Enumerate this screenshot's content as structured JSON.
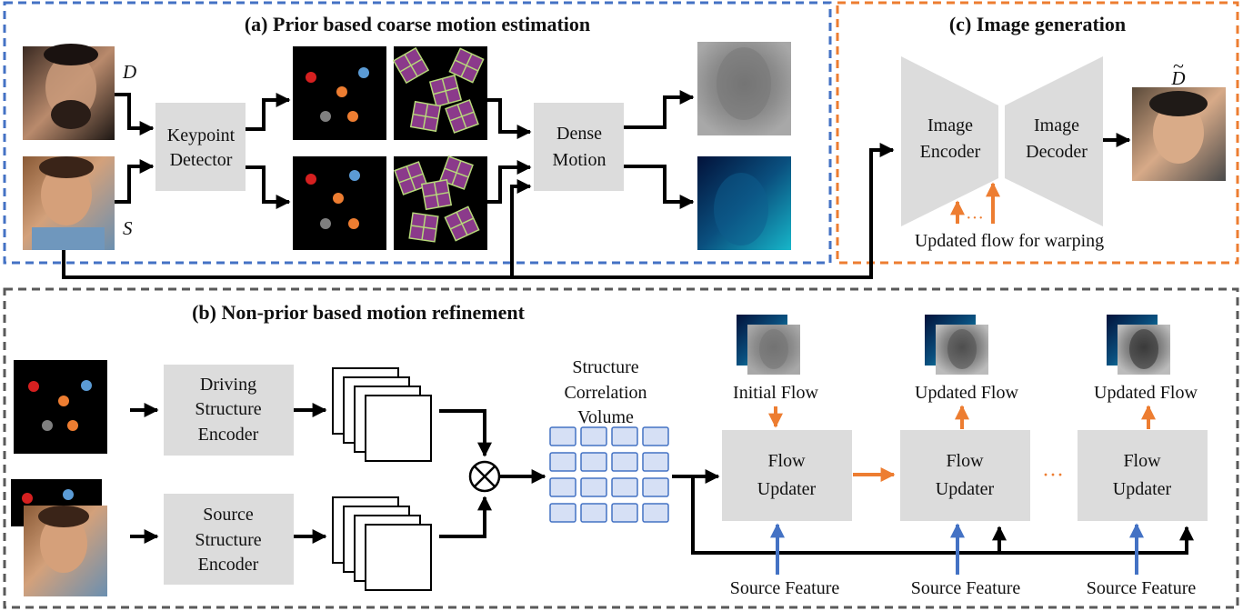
{
  "sections": {
    "a_title": "(a) Prior based coarse motion estimation",
    "b_title": "(b) Non-prior based motion refinement",
    "c_title": "(c) Image generation"
  },
  "labels": {
    "driving_symbol": "D",
    "source_symbol": "S",
    "output_symbol": "D",
    "output_tilde": "~"
  },
  "blocks": {
    "keypoint_detector": [
      "Keypoint",
      "Detector"
    ],
    "dense_motion": [
      "Dense",
      "Motion"
    ],
    "image_encoder": [
      "Image",
      "Encoder"
    ],
    "image_decoder": [
      "Image",
      "Decoder"
    ],
    "driving_structure_encoder": [
      "Driving",
      "Structure",
      "Encoder"
    ],
    "source_structure_encoder": [
      "Source",
      "Structure",
      "Encoder"
    ],
    "flow_updater": [
      "Flow",
      "Updater"
    ],
    "correlation_volume": [
      "Structure",
      "Correlation",
      "Volume"
    ]
  },
  "captions": {
    "updated_flow_warping": "Updated flow for warping",
    "warping_ellipsis": "···",
    "initial_flow": "Initial Flow",
    "updated_flow": "Updated Flow",
    "source_feature": "Source Feature",
    "updater_ellipsis": "···"
  },
  "colors": {
    "section_a_border": "#4472c4",
    "section_b_border": "#595959",
    "section_c_border": "#ed7d31",
    "block_fill": "#dcdcdc",
    "orange_arrow": "#ed7d31",
    "blue_arrow": "#4472c4",
    "grid_cell": "#d6e0f5",
    "grid_cell_border": "#4472c4",
    "keypoint_red": "#d62020",
    "keypoint_blue": "#5b9bd5",
    "keypoint_orange": "#ed7d31",
    "keypoint_gray": "#7f7f7f",
    "patch_purple": "#8b3a8b",
    "patch_grid": "#b6d77a"
  }
}
